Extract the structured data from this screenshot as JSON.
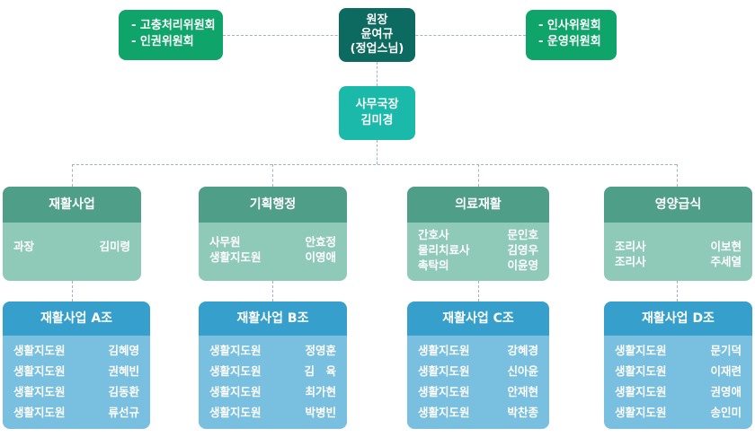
{
  "committees_left": [
    "- 고충처리위원회",
    "- 인권위원회"
  ],
  "committees_right": [
    "- 인사위원회",
    "- 운영위원회"
  ],
  "director": {
    "title": "원장",
    "name": "윤여규",
    "note": "(정업스님)"
  },
  "secretary": {
    "title": "사무국장",
    "name": "김미경"
  },
  "departments": [
    {
      "title": "재활사업",
      "members": [
        {
          "role": "과장",
          "name": "김미령"
        }
      ]
    },
    {
      "title": "기획행정",
      "members": [
        {
          "role": "사무원",
          "name": "안효정"
        },
        {
          "role": "생활지도원",
          "name": "이영애"
        }
      ]
    },
    {
      "title": "의료재활",
      "members": [
        {
          "role": "간호사",
          "name": "문인호"
        },
        {
          "role": "물리치료사",
          "name": "김영우"
        },
        {
          "role": "촉탁의",
          "name": "이윤영"
        }
      ]
    },
    {
      "title": "영양급식",
      "members": [
        {
          "role": "조리사",
          "name": "이보현"
        },
        {
          "role": "조리사",
          "name": "주세열"
        }
      ]
    }
  ],
  "teams": [
    {
      "title": "재활사업 A조",
      "members": [
        {
          "role": "생활지도원",
          "name": "김혜영"
        },
        {
          "role": "생활지도원",
          "name": "권혜빈"
        },
        {
          "role": "생활지도원",
          "name": "김동환"
        },
        {
          "role": "생활지도원",
          "name": "류선규"
        }
      ]
    },
    {
      "title": "재활사업 B조",
      "members": [
        {
          "role": "생활지도원",
          "name": "정영훈"
        },
        {
          "role": "생활지도원",
          "name": "김　육"
        },
        {
          "role": "생활지도원",
          "name": "최가현"
        },
        {
          "role": "생활지도원",
          "name": "박병빈"
        }
      ]
    },
    {
      "title": "재활사업 C조",
      "members": [
        {
          "role": "생활지도원",
          "name": "강혜경"
        },
        {
          "role": "생활지도원",
          "name": "신아윤"
        },
        {
          "role": "생활지도원",
          "name": "안재현"
        },
        {
          "role": "생활지도원",
          "name": "박찬종"
        }
      ]
    },
    {
      "title": "재활사업 D조",
      "members": [
        {
          "role": "생활지도원",
          "name": "문기덕"
        },
        {
          "role": "생활지도원",
          "name": "이재련"
        },
        {
          "role": "생활지도원",
          "name": "권영애"
        },
        {
          "role": "생활지도원",
          "name": "송인미"
        }
      ]
    }
  ]
}
